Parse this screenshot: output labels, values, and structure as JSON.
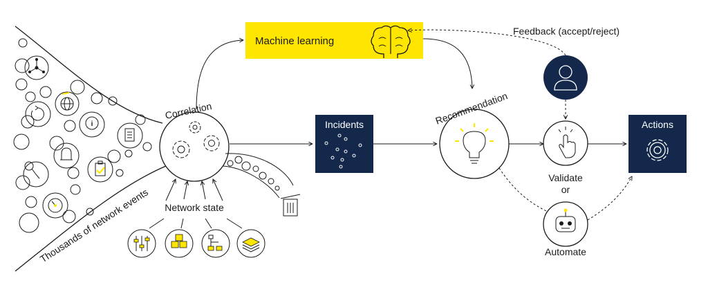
{
  "labels": {
    "machine_learning": "Machine learning",
    "feedback": "Feedback (accept/reject)",
    "correlation": "Correlation",
    "incidents": "Incidents",
    "recommendation": "Recommendation",
    "actions": "Actions",
    "network_state": "Network state",
    "validate": "Validate",
    "or": "or",
    "automate": "Automate",
    "network_events": "Thousands of network events"
  },
  "colors": {
    "accent_yellow": "#ffe600",
    "navy": "#14284b",
    "ink": "#1a1a1a"
  },
  "icons": {
    "machine_learning": "brain-icon",
    "correlation": "gears-icon",
    "recommendation": "lightbulb-icon",
    "validate": "hand-pointer-icon",
    "automate": "robot-icon",
    "feedback_user": "user-icon",
    "actions": "gear-icon",
    "discard": "trash-can-icon",
    "network_state": [
      "sliders-icon",
      "cubes-icon",
      "hierarchy-icon",
      "layers-icon"
    ]
  }
}
